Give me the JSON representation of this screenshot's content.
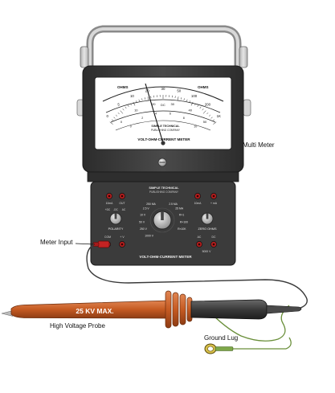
{
  "labels": {
    "multi_meter": "Multi Meter",
    "meter_input": "Meter Input",
    "high_voltage_probe": "High Voltage Probe",
    "ground_lug": "Ground Lug"
  },
  "meter_face": {
    "brand_line1": "SIMPLE TECHNICAL",
    "brand_line2": "PUBLISHING COMPANY",
    "title": "VOLT-OHM-CURRENT METER",
    "ohms_left": "OHMS",
    "ohms_right": "OHMS",
    "dc_label": "DC",
    "scale_top": [
      "0",
      "5",
      "10",
      "20",
      "30",
      "50",
      "100",
      "200",
      "1K"
    ],
    "scale_mid": [
      "0",
      "10",
      "20",
      "30",
      "40",
      "50"
    ],
    "scale_low": [
      "0",
      "2",
      "4",
      "6",
      "8",
      "10"
    ]
  },
  "panel": {
    "brand_line1": "SIMPLE TECHNICAL",
    "brand_line2": "PUBLISHING COMPANY",
    "title": "VOLT-OHM-CURRENT METER",
    "jacks": {
      "ma10": "10mA",
      "out": "OUT",
      "ma10b": "10mA",
      "plus_ma": "+ mA",
      "com": "COM",
      "plus_v": "+ V",
      "ac": "AC",
      "dc": "DC",
      "v5000": "5000 V"
    },
    "polarity": {
      "label": "POLARITY",
      "pos": "+DC",
      "neg": "-DC",
      "ac": "AC"
    },
    "zero_ohms": "ZERO OHMS",
    "range": [
      "250 MA",
      "2.5 V",
      "10 V",
      "50 V",
      "250 V",
      "1000 V",
      "2.5 MA",
      "25 MA",
      "R×1",
      "R×100",
      "R×10K"
    ]
  },
  "probe": {
    "rating": "25 KV MAX."
  },
  "colors": {
    "case": "#3a3a3a",
    "face": "#ffffff",
    "probe_body": "#c8602a",
    "lead_black": "#2b2b2b",
    "ground_lead": "#6a8f3a",
    "jack_red": "#b01e1e"
  }
}
